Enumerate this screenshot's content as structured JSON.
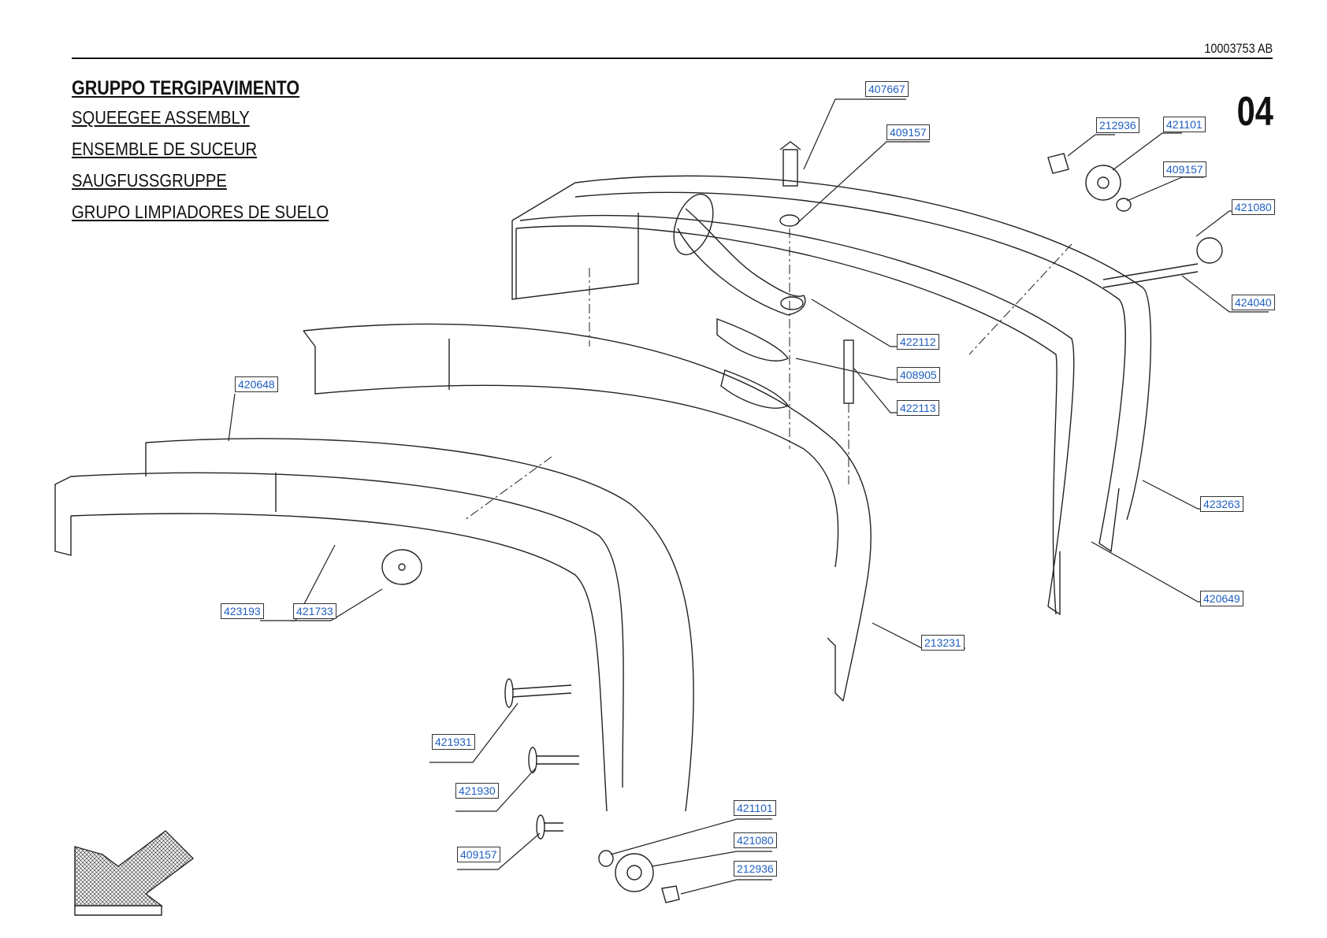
{
  "document": {
    "code": "10003753 AB",
    "page_number": "04"
  },
  "titles": {
    "main": "GRUPPO TERGIPAVIMENTO",
    "en": "SQUEEGEE ASSEMBLY",
    "fr": "ENSEMBLE DE SUCEUR",
    "de": "SAUGFUSSGRUPPE",
    "es": "GRUPO LIMPIADORES DE SUELO"
  },
  "callouts": [
    {
      "id": "c1",
      "label": "407667"
    },
    {
      "id": "c2",
      "label": "409157"
    },
    {
      "id": "c3",
      "label": "212936"
    },
    {
      "id": "c4",
      "label": "421101"
    },
    {
      "id": "c5",
      "label": "409157"
    },
    {
      "id": "c6",
      "label": "421080"
    },
    {
      "id": "c7",
      "label": "424040"
    },
    {
      "id": "c8",
      "label": "422112"
    },
    {
      "id": "c9",
      "label": "408905"
    },
    {
      "id": "c10",
      "label": "422113"
    },
    {
      "id": "c11",
      "label": "420648"
    },
    {
      "id": "c12",
      "label": "423263"
    },
    {
      "id": "c13",
      "label": "420649"
    },
    {
      "id": "c14",
      "label": "213231"
    },
    {
      "id": "c15",
      "label": "423193"
    },
    {
      "id": "c16",
      "label": "421733"
    },
    {
      "id": "c17",
      "label": "421931"
    },
    {
      "id": "c18",
      "label": "421930"
    },
    {
      "id": "c19",
      "label": "409157"
    },
    {
      "id": "c20",
      "label": "421101"
    },
    {
      "id": "c21",
      "label": "421080"
    },
    {
      "id": "c22",
      "label": "212936"
    }
  ]
}
